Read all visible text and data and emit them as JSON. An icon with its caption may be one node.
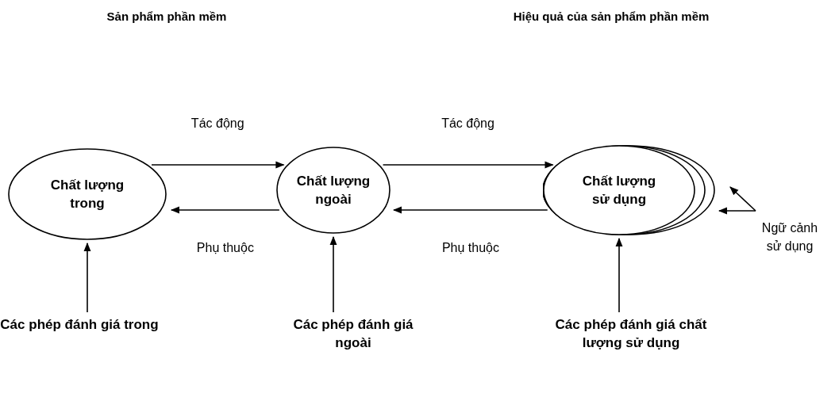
{
  "diagram": {
    "nodes": [
      {
        "text": [
          "Chất lượng trong"
        ]
      },
      {
        "text": [
          "Chất lượng ngoài"
        ]
      },
      {
        "text": [
          "Chất lượng sử dụng"
        ]
      },
      {
        "text": [
          "Ngữ cảnh sử dụng"
        ]
      },
      {
        "text": [
          "Các phép đánh giá trong"
        ]
      },
      {
        "text": [
          "Các phép đánh giá ngoài"
        ]
      },
      {
        "text": [
          "Các phép đánh giá chất lượng sử dụng"
        ]
      }
    ],
    "edges": [
      {
        "from": 0,
        "to": 1,
        "arrow": "to",
        "label": "Tác động"
      },
      {
        "from": 1,
        "to": 0,
        "arrow": "to",
        "label": "Phụ thuộc"
      },
      {
        "from": 1,
        "to": 2,
        "arrow": "to",
        "label": "Tác động"
      },
      {
        "from": 2,
        "to": 1,
        "arrow": "to",
        "label": "Phụ thuộc"
      },
      {
        "from": 3,
        "to": 2,
        "arrow": "to"
      },
      {
        "from": 3,
        "to": 2,
        "arrow": "to"
      },
      {
        "from": 4,
        "to": 0,
        "arrow": "to"
      },
      {
        "from": 5,
        "to": 1,
        "arrow": "to"
      },
      {
        "from": 6,
        "to": 2,
        "arrow": "to"
      }
    ],
    "labels": [
      "Sản phẩm phần mềm",
      "Hiệu quả của sản phẩm phần mềm"
    ]
  }
}
